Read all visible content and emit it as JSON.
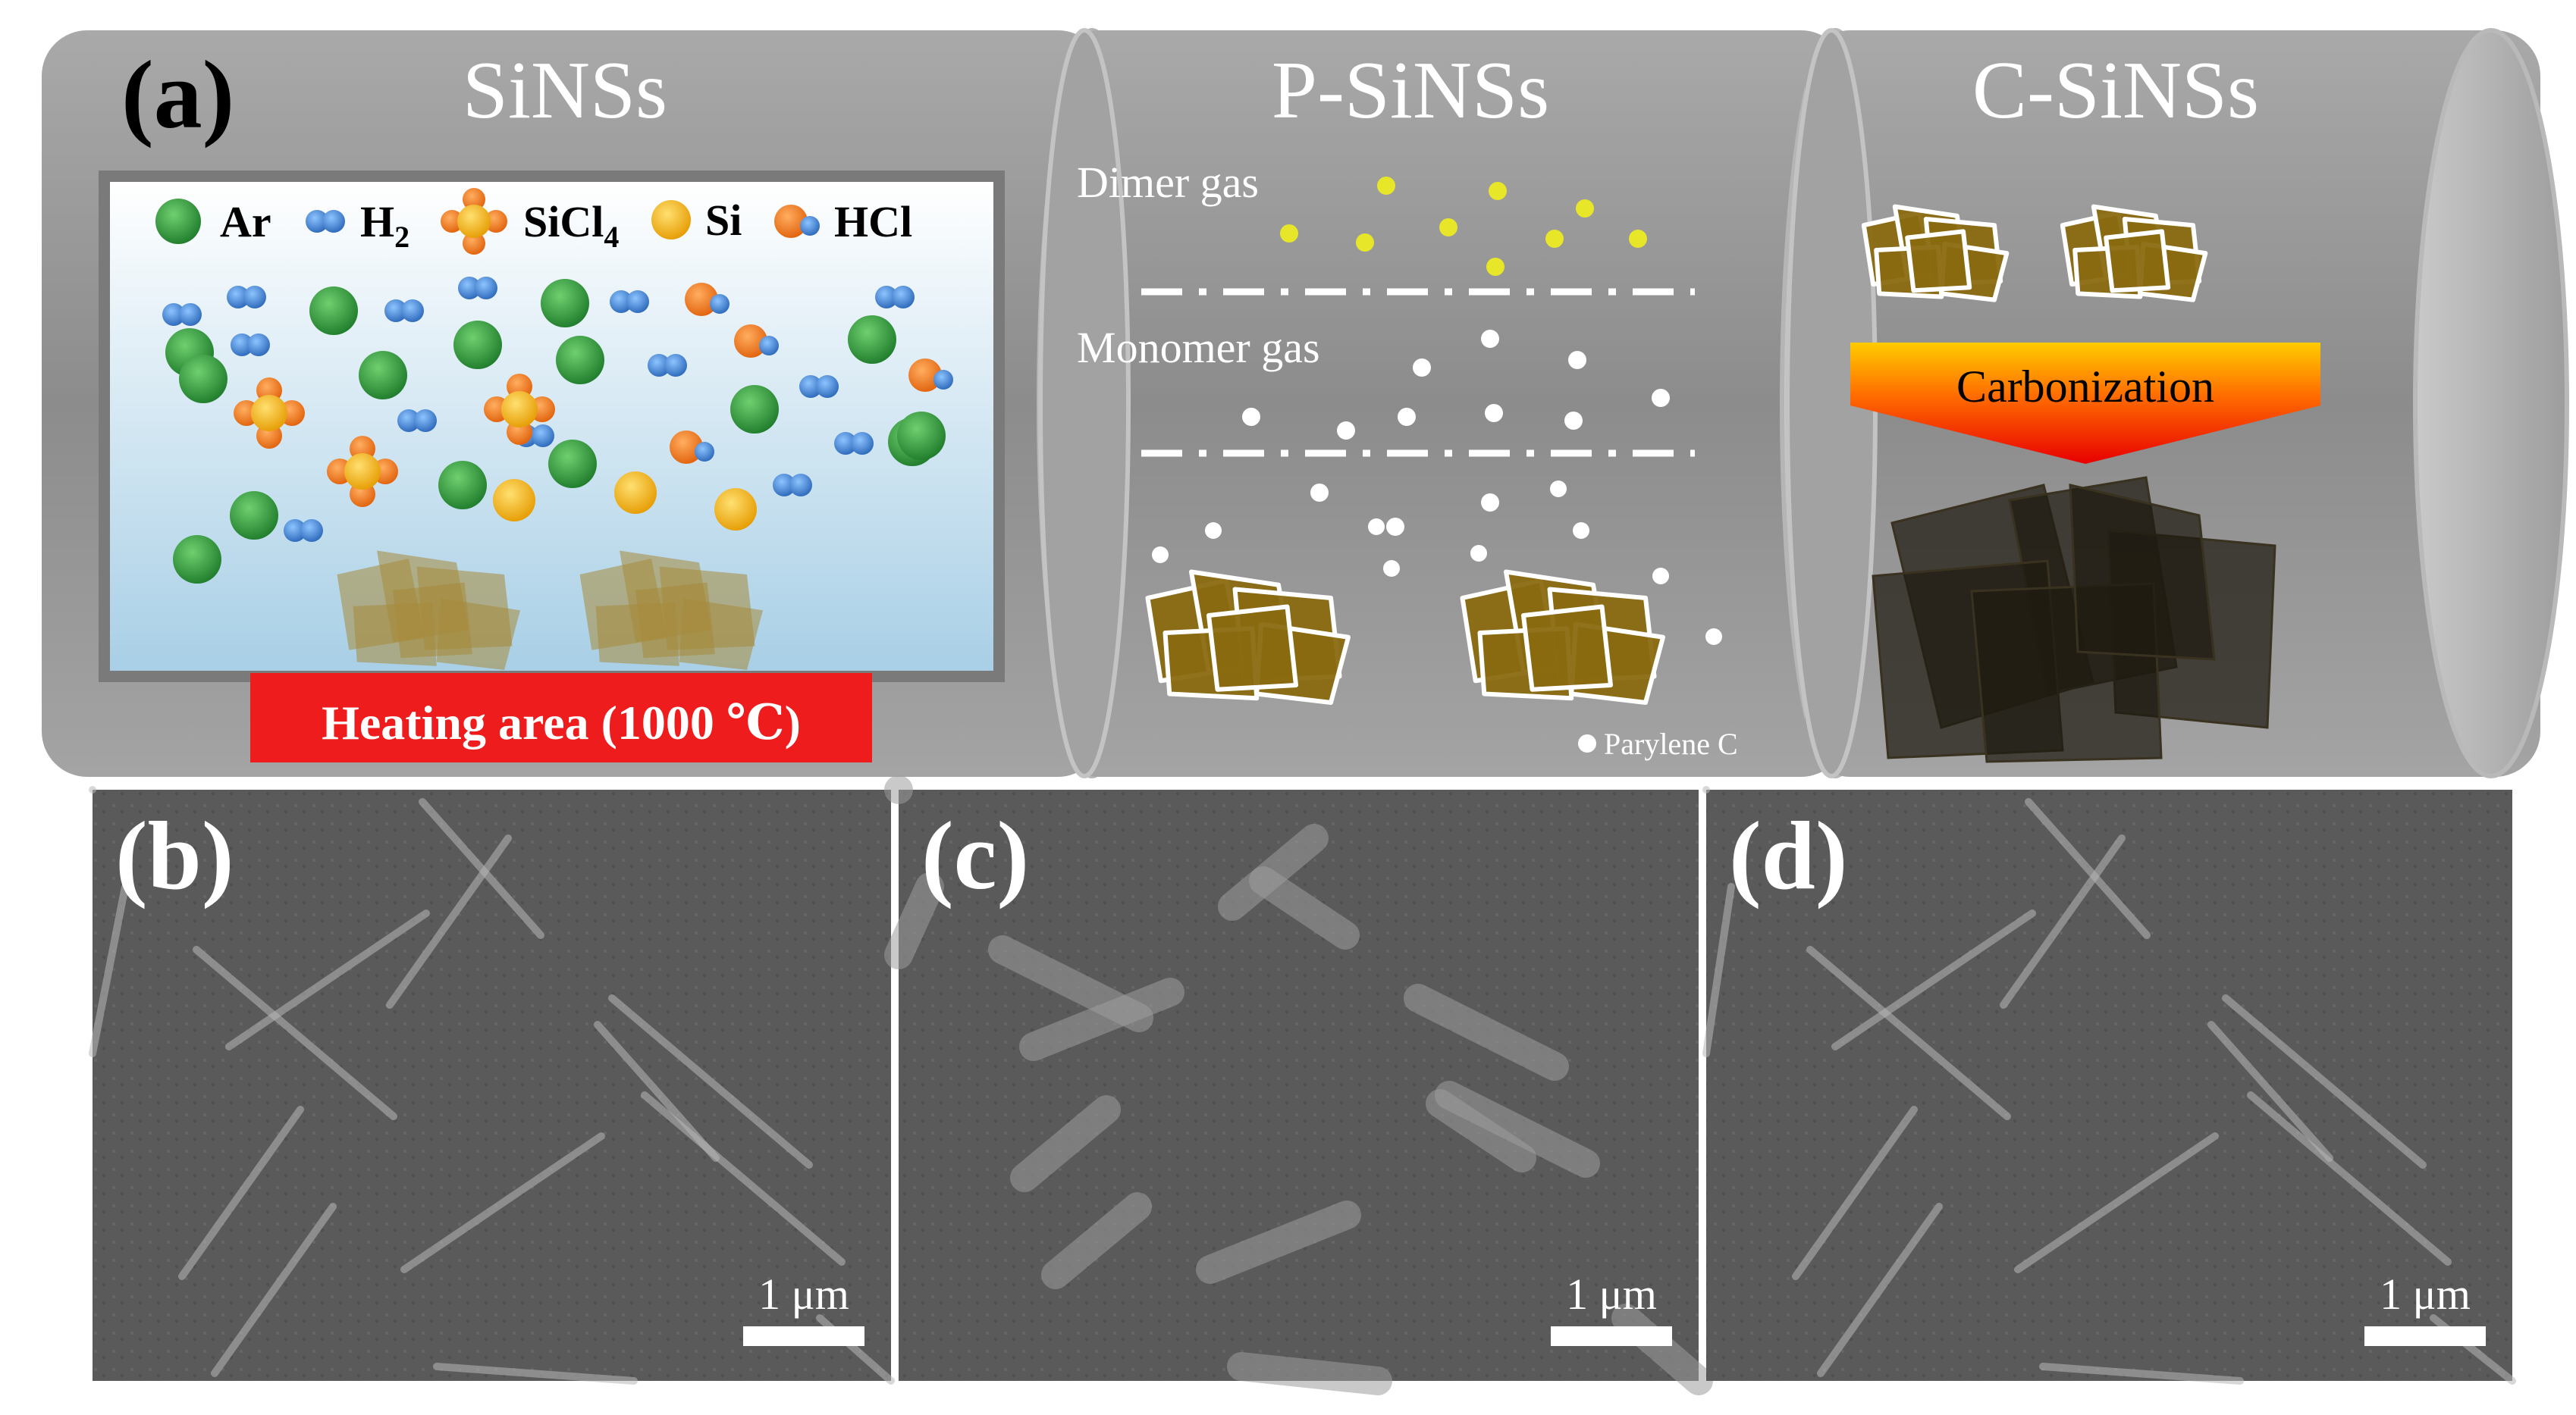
{
  "panel_a": {
    "letter": "(a)",
    "stages": {
      "sinss": "SiNSs",
      "p_sinss": "P-SiNSs",
      "c_sinss": "C-SiNSs"
    },
    "legend": {
      "ar": "Ar",
      "h2": "H",
      "h2_sub": "2",
      "sicl4": "SiCl",
      "sicl4_sub": "4",
      "si": "Si",
      "hcl": "HCl"
    },
    "heating_label": "Heating area (1000 ℃)",
    "dimer_gas": "Dimer gas",
    "monomer_gas": "Monomer gas",
    "parylene_label": "Parylene C",
    "carbonization": "Carbonization"
  },
  "sem_panels": [
    {
      "letter": "(b)",
      "scale": "1 μm"
    },
    {
      "letter": "(c)",
      "scale": "1 μm"
    },
    {
      "letter": "(d)",
      "scale": "1 μm"
    }
  ],
  "colors": {
    "tube": "#9a9a9a",
    "tube_dark": "#6f6f6f",
    "ar": "#2e9e3e",
    "h2": "#3a7fc8",
    "cl": "#ef7d1a",
    "si": "#f5b400",
    "hcl_h": "#5a9ad8",
    "dimer": "#e6e62a",
    "sheet": "#8c6a12",
    "heating": "#e8191b",
    "carbonized": "#2a2418"
  }
}
